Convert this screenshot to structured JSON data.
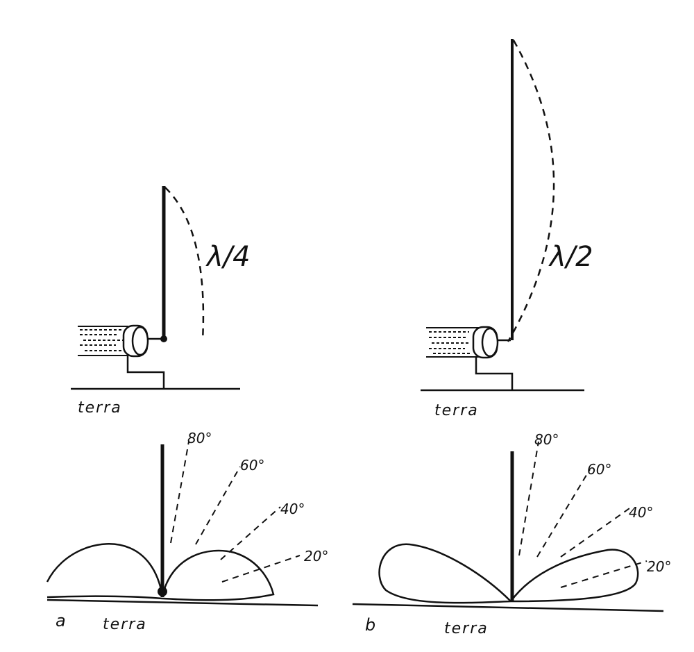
{
  "antenna_a": {
    "length_label": "λ/4",
    "ground_label": "terra"
  },
  "antenna_b": {
    "length_label": "λ/2",
    "ground_label": "terra"
  },
  "pattern_a": {
    "panel_label": "a",
    "ground_label": "terra",
    "angles": [
      "80°",
      "60°",
      "40°",
      "20°"
    ]
  },
  "pattern_b": {
    "panel_label": "b",
    "ground_label": "terra",
    "angles": [
      "80°",
      "60°",
      "40°",
      "20°"
    ]
  },
  "colors": {
    "ink": "#111111",
    "background": "#ffffff"
  }
}
